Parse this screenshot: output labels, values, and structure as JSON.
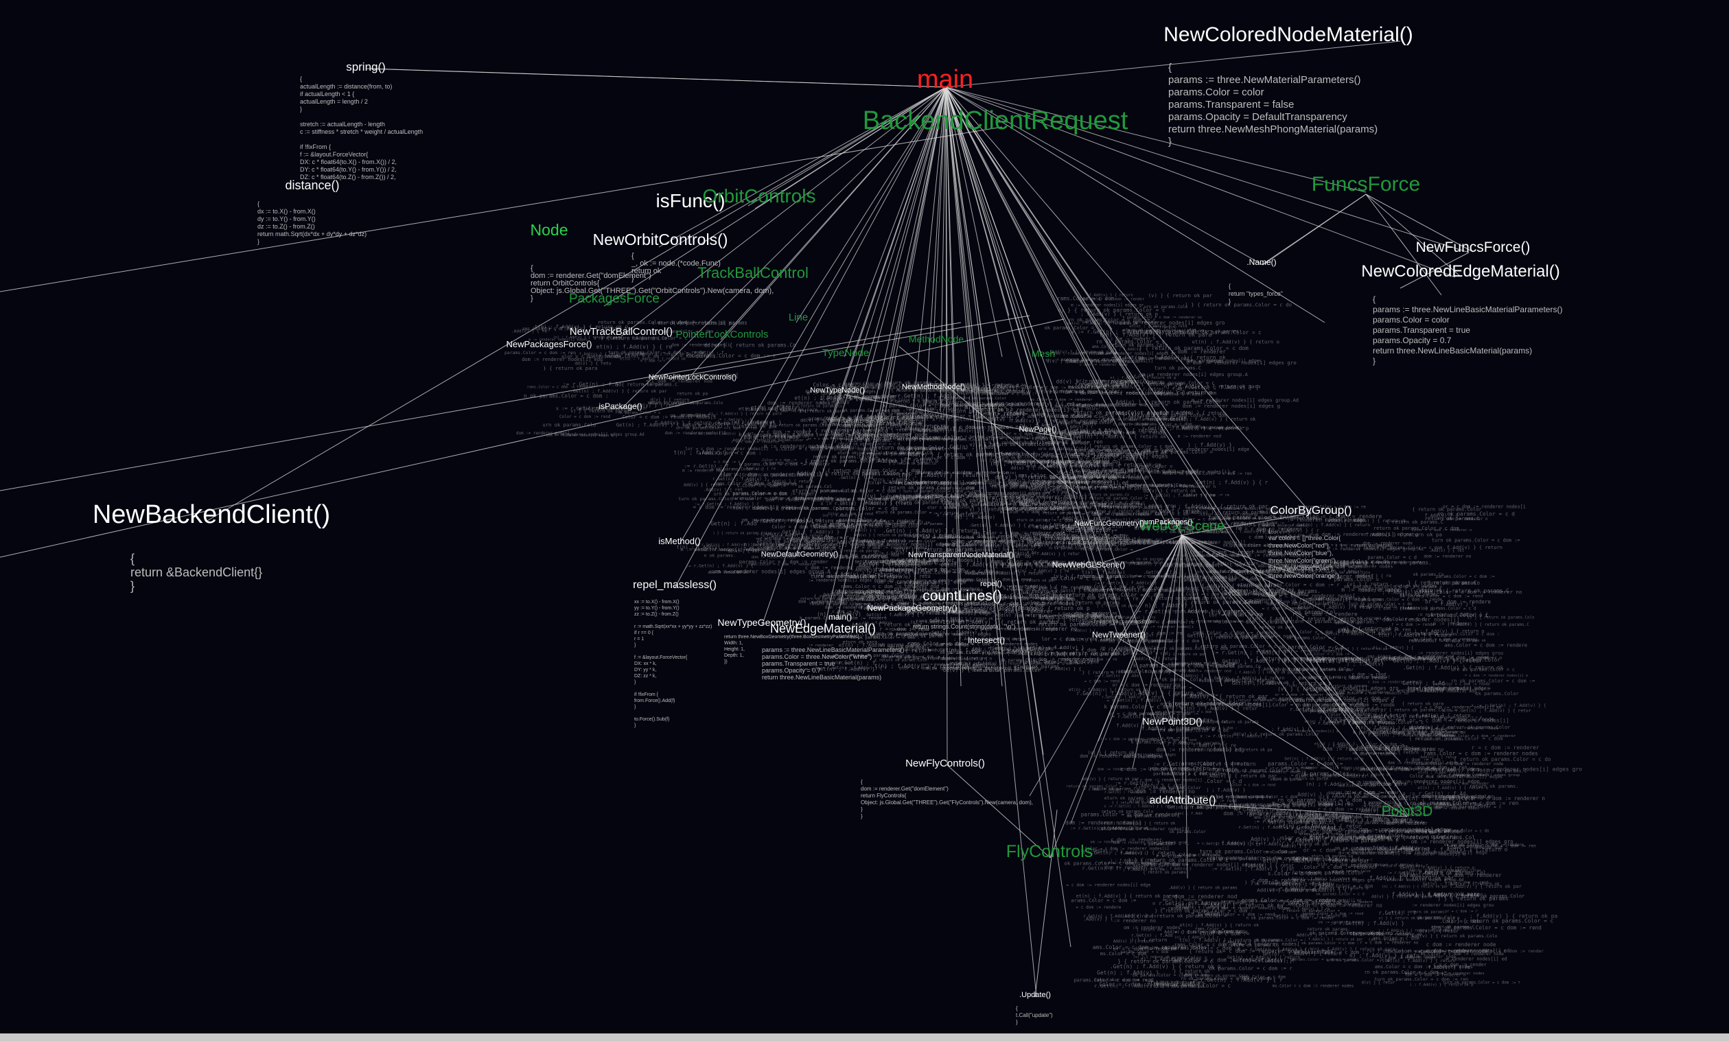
{
  "colors": {
    "background": "#050510",
    "edge": "#d8d8d8",
    "node_func": "#ffffff",
    "node_type": "#1f9a3a",
    "node_type_bright": "#2bd44a",
    "node_root": "#ff2020",
    "code": "#bdbdbd"
  },
  "nodes": {
    "main": "main",
    "backend_client_request": "BackendClientRequest",
    "new_colored_node_material": "NewColoredNodeMaterial()",
    "spring": "spring()",
    "distance": "distance()",
    "is_func": "isFunc()",
    "orbit_controls": "OrbitControls",
    "node": "Node",
    "new_orbit_controls": "NewOrbitControls()",
    "trackball_control": "TrackBallControl",
    "packages_force": "PackagesForce",
    "new_trackball_control": "NewTrackBallControl()",
    "new_packages_force": "NewPackagesForce()",
    "pointer_lock_controls": "PointerLockControls",
    "line": "Line",
    "type_node": "TypeNode",
    "method_node": "MethodNode",
    "mesh": "Mesh",
    "new_pointer_lock_controls": "NewPointerLockControls()",
    "new_type_node": "NewTypeNode()",
    "new_method_node": "NewMethodNode()",
    "new_page": "NewPage()",
    "is_package": "isPackage()",
    "funcs_force": "FuncsForce",
    "new_funcs_force": "NewFuncsForce()",
    "new_colored_edge_material": "NewColoredEdgeMaterial()",
    "name": ".Name()",
    "new_backend_client": "NewBackendClient()",
    "color_by_group": "ColorByGroup()",
    "is_method": "isMethod()",
    "repel_massless": "repel_massless()",
    "new_type_geometry": "NewTypeGeometry()",
    "new_edge_material": "NewEdgeMaterial()",
    "main_call": "main()",
    "count_lines": "countLines()",
    "new_package_geometry": "NewPackageGeometry()",
    "new_func_geometry": "NewFuncGeometry()",
    "webgl_scene": "WebGLScene",
    "new_webgl_scene": "NewWebGLScene()",
    "new_tweener": "NewTweener()",
    "new_point3d": "NewPoint3D()",
    "point3d": "Point3D",
    "add_attribute": "addAttribute()",
    "new_fly_controls": "NewFlyControls()",
    "fly_controls": "FlyControls",
    "update": ".Update()",
    "new_default_geometry": "NewDefaultGeometry()",
    "intersect": "Intersect()",
    "num_packages": "numPackages()",
    "repel": "repel()",
    "new_transparent_node_material": "NewTransparentNodeMaterial()"
  },
  "code": {
    "spring": [
      "{",
      "actualLength := distance(from, to)",
      "if actualLength < 1 {",
      "  actualLength = length / 2",
      "}",
      "",
      "stretch := actualLength - length",
      "c := stiffness * stretch * weight / actualLength",
      "",
      "if !fixFrom {",
      "  f := &layout.ForceVector{",
      "    DX: c * float64(to.X() - from.X()) / 2,",
      "    DY: c * float64(to.Y() - from.Y()) / 2,",
      "    DZ: c * float64(to.Z() - from.Z()) / 2,"
    ],
    "distance": [
      "{",
      "dx := to.X() - from.X()",
      "dy := to.Y() - from.Y()",
      "dz := to.Z() - from.Z()",
      "return math.Sqrt(dx*dx + dy*dy + dz*dz)",
      "}"
    ],
    "new_colored_node_material": [
      "{",
      "params := three.NewMaterialParameters()",
      "params.Color = color",
      "params.Transparent = false",
      "params.Opacity = DefaultTransparency",
      "return three.NewMeshPhongMaterial(params)",
      "}"
    ],
    "new_backend_client": [
      "{",
      "return &BackendClient{}",
      "}"
    ],
    "new_colored_edge_material": [
      "{",
      "params := three.NewLineBasicMaterialParameters()",
      "params.Color = color",
      "params.Transparent = true",
      "params.Opacity = 0.7",
      "return three.NewLineBasicMaterial(params)",
      "}"
    ],
    "color_by_group": [
      "{",
      "var colors = []*three.Color{",
      "three.NewColor(\"red\"),",
      "three.NewColor(\"blue\"),",
      "three.NewColor(\"green\"),",
      "three.NewColor(\"cyan\"),",
      "three.NewColor(\"orange\"),",
      "}"
    ],
    "name": [
      "{",
      "return \"types_force\"",
      "}"
    ],
    "new_fly_controls": [
      "{",
      "dom := renderer.Get(\"domElement\")",
      "return FlyControls{",
      "Object: js.Global.Get(\"THREE\").Get(\"FlyControls\").New(camera, dom),",
      "}",
      "}"
    ],
    "new_orbit_controls": [
      "{",
      "dom := renderer.Get(\"domElement\")",
      "return OrbitControls{",
      "Object: js.Global.Get(\"THREE\").Get(\"OrbitControls\").New(camera, dom),",
      "}"
    ],
    "is_func": [
      "{",
      "_, ok := node.(*code.Func)",
      "return ok",
      "}"
    ],
    "new_edge_material": [
      "params := three.NewLineBasicMaterialParameters()",
      "params.Color = three.NewColor(\"white\")",
      "params.Transparent = true",
      "params.Opacity = 0.7",
      "return three.NewLineBasicMaterial(params)"
    ],
    "repel_massless": [
      "xx := to.X() - from.X()",
      "yy := to.Y() - from.Y()",
      "zz := to.Z() - from.Z()",
      "",
      "r := math.Sqrt(xx*xx + yy*yy + zz*zz)",
      "if r == 0 {",
      "  r = 1",
      "}",
      "",
      "f := &layout.ForceVector{",
      "  DX: xx * k,",
      "  DY: yy * k,",
      "  DZ: zz * k,",
      "}",
      "",
      "if !fixFrom {",
      "  from.Force().Add(f)",
      "}",
      "",
      "to.Force().Sub(f)",
      "}"
    ],
    "new_type_geometry": [
      "return three.NewBoxGeometry(three.BoxGeometryParameters{",
      "  Width: 1,",
      "  Height: 1,",
      "  Depth: 1,",
      "})"
    ],
    "count_lines": [
      "return strings.Count(string(data), \"\\n\")"
    ],
    "update": [
      "{",
      "t.Call(\"update\")",
      "}"
    ]
  }
}
